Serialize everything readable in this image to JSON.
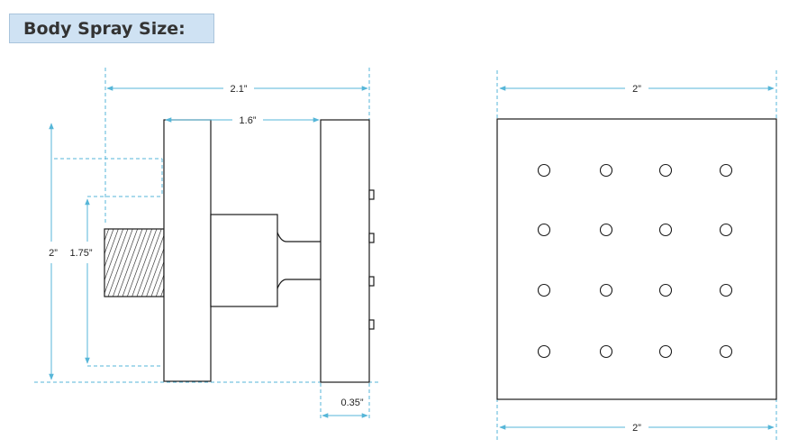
{
  "title": "Body Spray Size:",
  "colors": {
    "dimension": "#56b6d8",
    "outline": "#1a1a1a",
    "title_bg": "#cfe2f3"
  },
  "side_view": {
    "overall_width": "2.1”",
    "body_width": "1.6”",
    "total_height": "2”",
    "thread_height": "1.75”",
    "face_depth": "0.35”"
  },
  "front_view": {
    "top_width": "2”",
    "bottom_width": "2”",
    "nozzle_rows": 4,
    "nozzle_columns": 4
  }
}
